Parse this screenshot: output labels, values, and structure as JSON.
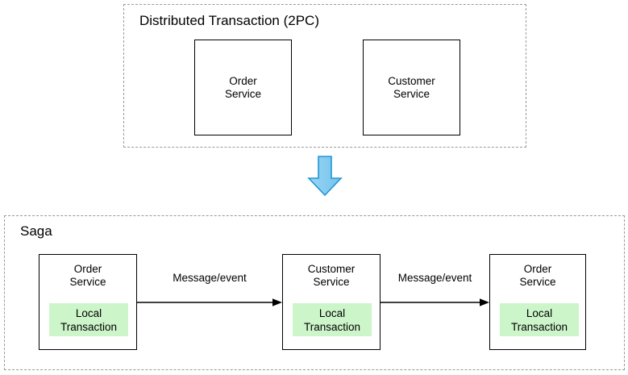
{
  "diagram": {
    "title_visible": false,
    "colors": {
      "local_transaction_fill": "#cdf5ca",
      "group_border": "#9a9a9a",
      "box_border": "#000000",
      "arrow_fill": "#8ecdf2",
      "arrow_stroke": "#2196d6"
    },
    "groups": [
      {
        "id": "distributed-transaction",
        "title": "Distributed Transaction (2PC)",
        "boxes": [
          {
            "id": "order-service",
            "label": "Order\nService"
          },
          {
            "id": "customer-service",
            "label": "Customer\nService"
          }
        ]
      },
      {
        "id": "saga",
        "title": "Saga",
        "boxes": [
          {
            "id": "order-service-1",
            "label": "Order\nService",
            "local_transaction": "Local\nTransaction"
          },
          {
            "id": "customer-service",
            "label": "Customer\nService",
            "local_transaction": "Local\nTransaction"
          },
          {
            "id": "order-service-2",
            "label": "Order\nService",
            "local_transaction": "Local\nTransaction"
          }
        ],
        "flows": [
          {
            "id": "flow-1",
            "label": "Message/event",
            "from": "order-service-1",
            "to": "customer-service"
          },
          {
            "id": "flow-2",
            "label": "Message/event",
            "from": "customer-service",
            "to": "order-service-2"
          }
        ]
      }
    ],
    "transition_arrow": {
      "id": "down-arrow",
      "direction": "down",
      "from_group": "distributed-transaction",
      "to_group": "saga"
    }
  }
}
